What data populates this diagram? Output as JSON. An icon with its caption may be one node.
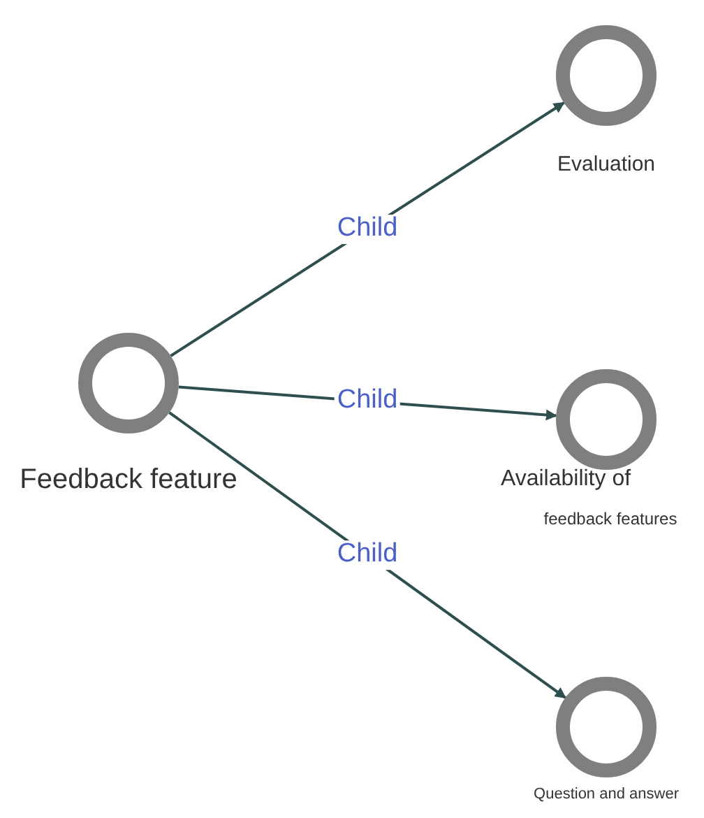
{
  "diagram": {
    "nodes": [
      {
        "text": [
          "Feedback feature"
        ]
      },
      {
        "text": [
          "Evaluation"
        ]
      },
      {
        "text": [
          "Availability of",
          "feedback features"
        ]
      },
      {
        "text": [
          "Question and answer"
        ]
      }
    ],
    "edges": [
      {
        "from": 0,
        "to": 1,
        "arrow": "to",
        "label": "Child"
      },
      {
        "from": 0,
        "to": 2,
        "arrow": "to",
        "label": "Child"
      },
      {
        "from": 0,
        "to": 3,
        "arrow": "to",
        "label": "Child"
      }
    ]
  }
}
